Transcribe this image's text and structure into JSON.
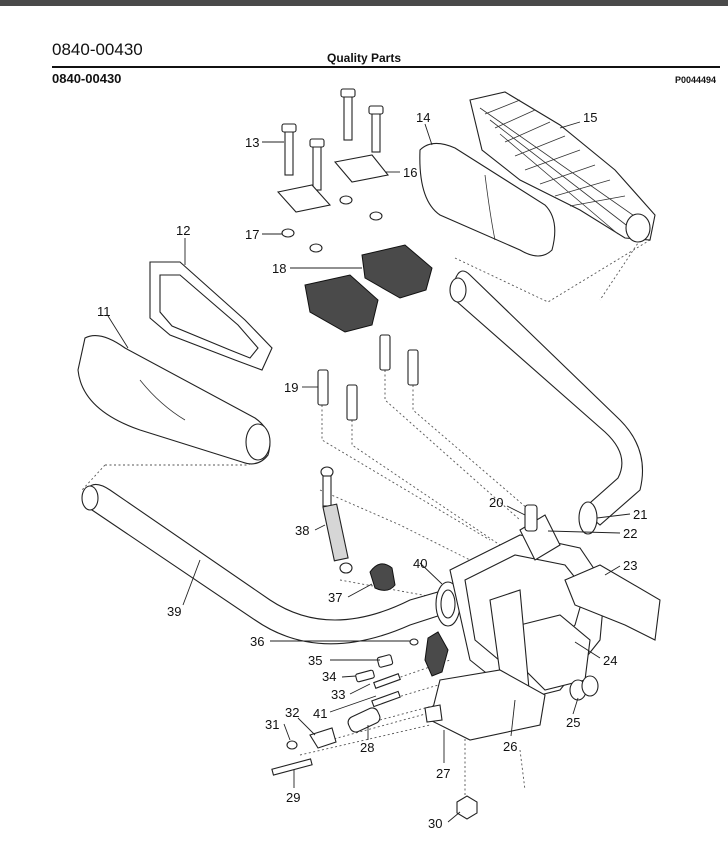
{
  "header": {
    "doc_number": "0840-00430",
    "title": "Quality Parts",
    "part_number": "0840-00430",
    "drawing_id": "P0044494"
  },
  "callouts": [
    "11",
    "12",
    "13",
    "14",
    "15",
    "16",
    "17",
    "18",
    "19",
    "20",
    "21",
    "22",
    "23",
    "24",
    "25",
    "26",
    "27",
    "28",
    "29",
    "30",
    "31",
    "32",
    "33",
    "34",
    "35",
    "36",
    "37",
    "38",
    "39",
    "40",
    "41"
  ]
}
